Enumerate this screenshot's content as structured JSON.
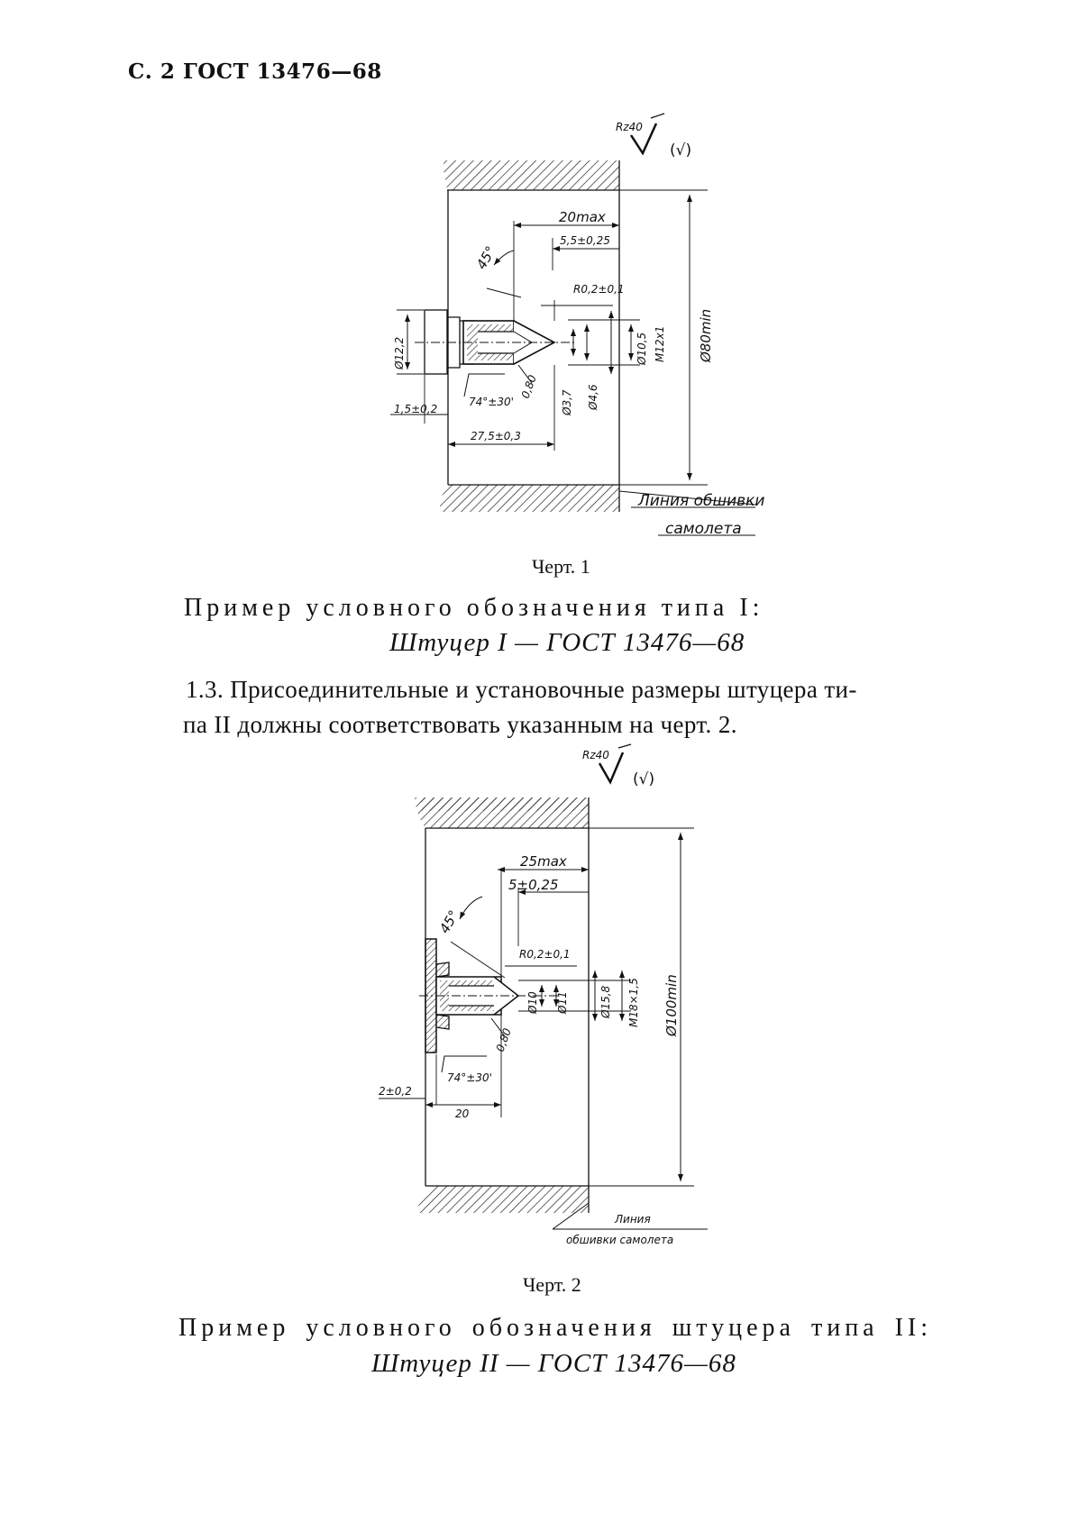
{
  "page": {
    "header": "С. 2 ГОСТ 13476—68"
  },
  "figure1": {
    "surface_mark": "Rz40",
    "surface_mark_paren": "(√)",
    "dims": {
      "d_head": "Ø12,2",
      "max_len": "20max",
      "thread_len": "5,5±0,25",
      "angle": "45°",
      "radius": "R0,2±0,1",
      "d1": "Ø10,5",
      "thread": "M12x1",
      "d_min": "Ø80min",
      "d2": "Ø3,7",
      "d3": "Ø4,6",
      "cone": "74°±30'",
      "rough": "0,80",
      "flange": "1,5±0,2",
      "length": "27,5±0,3"
    },
    "skin_line": "Линия обшивки",
    "skin_line2": "самолета",
    "caption": "Черт. 1"
  },
  "example1": {
    "label": "Пример условного обозначения типа I:",
    "designation": "Штуцер I — ГОСТ 13476—68"
  },
  "paragraph_1_3": {
    "line1": "1.3. Присоединительные и установочные размеры штуцера ти-",
    "line2": "па II должны соответствовать указанным на черт. 2."
  },
  "figure2": {
    "surface_mark": "Rz40",
    "surface_mark_paren": "(√)",
    "dims": {
      "max_len": "25max",
      "thread_len": "5±0,25",
      "angle": "45°",
      "radius": "R0,2±0,1",
      "d1": "Ø10",
      "d2": "Ø11",
      "d3": "Ø15,8",
      "thread": "M18×1,5",
      "d_min": "Ø100min",
      "rough": "0,80",
      "cone": "74°±30'",
      "flange": "2±0,2",
      "length": "20"
    },
    "skin_line": "Линия",
    "skin_line2": "обшивки самолета",
    "caption": "Черт. 2"
  },
  "example2": {
    "label": "Пример условного обозначения штуцера типа II:",
    "designation": "Штуцер II — ГОСТ 13476—68"
  }
}
